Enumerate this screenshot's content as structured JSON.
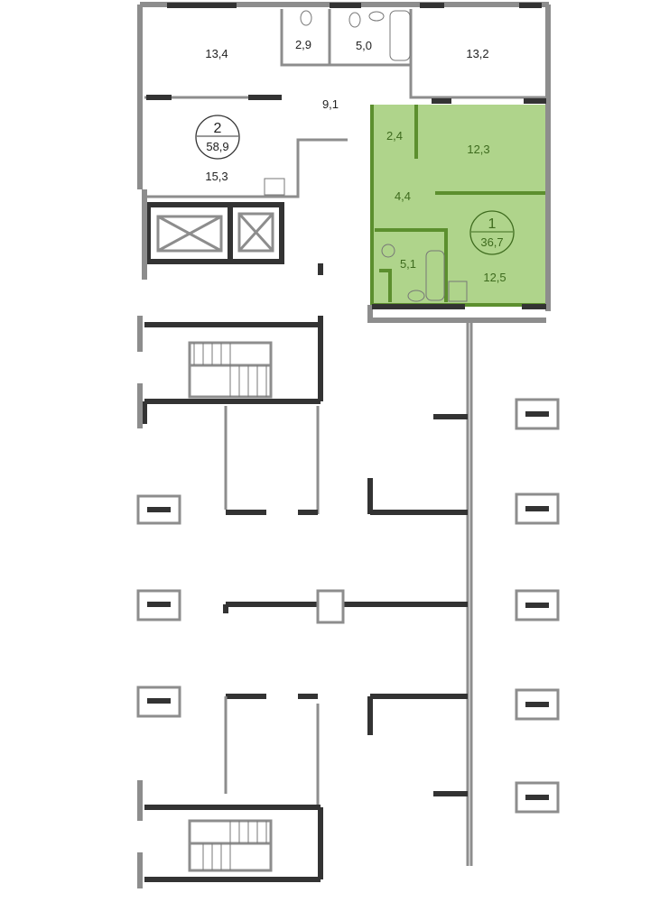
{
  "plan": {
    "highlight_color": "#afd48b",
    "rooms": [
      {
        "id": "room-13-4",
        "area": "13,4"
      },
      {
        "id": "wc-2-9",
        "area": "2,9"
      },
      {
        "id": "bath-5-0",
        "area": "5,0"
      },
      {
        "id": "room-13-2",
        "area": "13,2"
      },
      {
        "id": "hall-9-1",
        "area": "9,1"
      },
      {
        "id": "room-15-3",
        "area": "15,3"
      },
      {
        "id": "closet-2-4",
        "area": "2,4"
      },
      {
        "id": "room-12-3",
        "area": "12,3"
      },
      {
        "id": "hall-4-4",
        "area": "4,4"
      },
      {
        "id": "bath-5-1",
        "area": "5,1"
      },
      {
        "id": "room-12-5",
        "area": "12,5"
      }
    ],
    "apartments": [
      {
        "rooms_count": "2",
        "total_area": "58,9"
      },
      {
        "rooms_count": "1",
        "total_area": "36,7",
        "selected": true
      }
    ]
  }
}
